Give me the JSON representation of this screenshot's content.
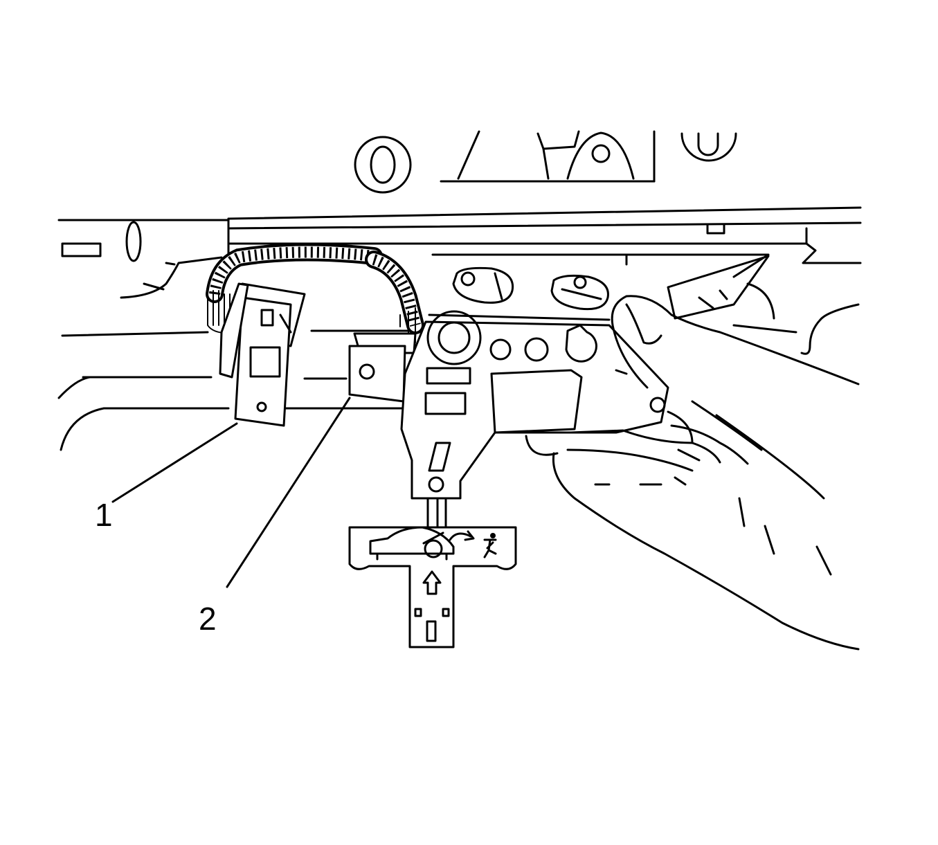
{
  "diagram": {
    "callouts": [
      {
        "id": "1",
        "label": "1"
      },
      {
        "id": "2",
        "label": "2"
      }
    ],
    "colors": {
      "line": "#000000",
      "background": "#ffffff"
    },
    "icons": [
      "vehicle-deploy-icon",
      "occupant-icon",
      "up-arrow-icon"
    ]
  }
}
